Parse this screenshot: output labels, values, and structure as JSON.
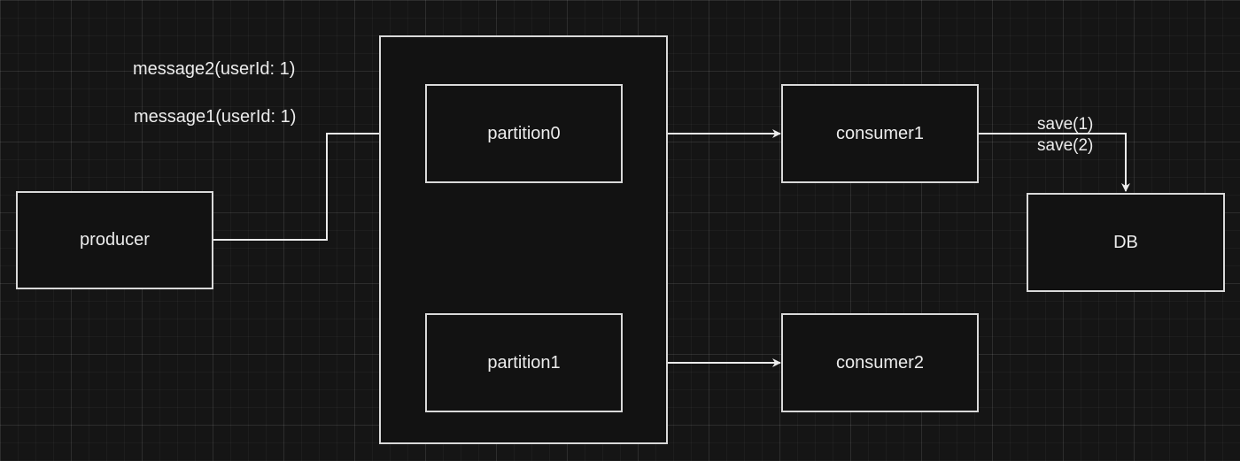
{
  "nodes": {
    "producer": "producer",
    "partition0": "partition0",
    "partition1": "partition1",
    "consumer1": "consumer1",
    "consumer2": "consumer2",
    "db": "DB"
  },
  "edge_labels": {
    "message2": "message2(userId: 1)",
    "message1": "message1(userId: 1)",
    "save1": "save(1)",
    "save2": "save(2)"
  },
  "colors": {
    "background": "#151515",
    "stroke": "#d9d9d9",
    "text": "#ececec"
  }
}
